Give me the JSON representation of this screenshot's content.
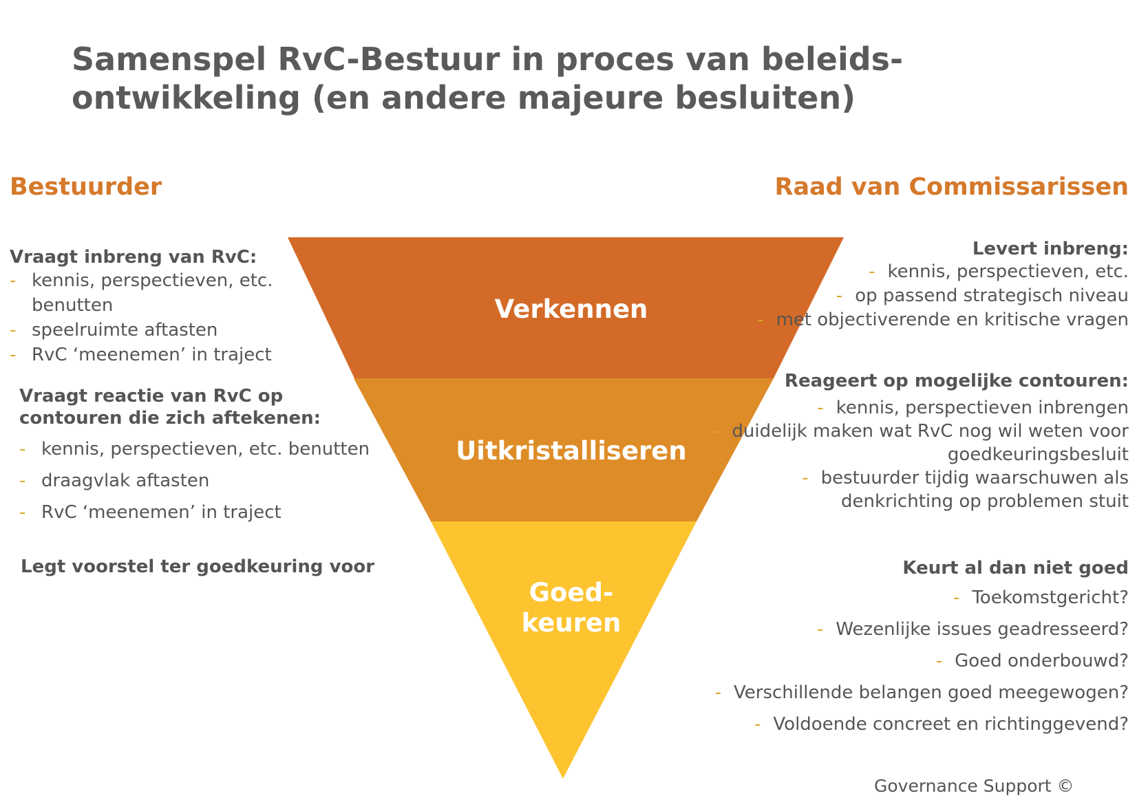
{
  "title": "Samenspel RvC-Bestuur in proces van beleids-ontwikkeling (en andere majeure besluiten)",
  "colors": {
    "heading_accent": "#d5792b",
    "stage_1": "#d46a27",
    "stage_2": "#de8c27",
    "stage_3": "#fdc430",
    "bullet": "#d9a62a",
    "text": "#555555"
  },
  "left": {
    "heading": "Bestuurder",
    "block1": {
      "title": "Vraagt inbreng van RvC:",
      "items": [
        "kennis, perspectieven, etc.",
        "benutten",
        "speelruimte aftasten",
        "RvC ‘meenemen’ in traject"
      ]
    },
    "block2": {
      "title_line1": "Vraagt reactie van RvC op",
      "title_line2": "contouren die zich aftekenen:",
      "items": [
        "kennis, perspectieven, etc. benutten",
        "draagvlak aftasten",
        "RvC ‘meenemen’ in traject"
      ]
    },
    "block3": {
      "title": "Legt voorstel ter goedkeuring voor"
    }
  },
  "right": {
    "heading": "Raad van Commissarissen",
    "block1": {
      "title": "Levert inbreng:",
      "items": [
        "kennis, perspectieven, etc.",
        "op passend strategisch niveau",
        "met objectiverende en kritische vragen"
      ]
    },
    "block2": {
      "title": "Reageert op mogelijke contouren:",
      "items": [
        "kennis, perspectieven inbrengen",
        "duidelijk maken wat RvC nog wil weten voor",
        "goedkeuringsbesluit",
        "bestuurder tijdig waarschuwen als",
        "denkrichting op problemen stuit"
      ]
    },
    "block3": {
      "title": "Keurt al dan niet goed",
      "items": [
        "Toekomstgericht?",
        "Wezenlijke issues geadresseerd?",
        "Goed onderbouwd?",
        "Verschillende belangen goed meegewogen?",
        "Voldoende concreet en richtinggevend?"
      ]
    }
  },
  "stages": [
    "Verkennen",
    "Uitkristalliseren",
    "Goed-\nkeuren"
  ],
  "footer": "Governance Support ©"
}
